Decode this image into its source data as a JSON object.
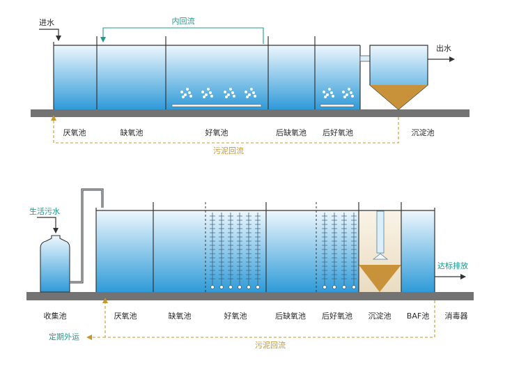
{
  "colors": {
    "water_top": "#eef7fd",
    "water_bottom": "#2f9bd8",
    "ground": "#737373",
    "wall": "#333333",
    "internal_return": "#1c9a8a",
    "sludge_return": "#c8962a",
    "sludge_fill": "#c8923a",
    "aeration": "#ffffff"
  },
  "diagram1": {
    "inflow_label": "进水",
    "outflow_label": "出水",
    "internal_return_label": "内回流",
    "sludge_return_label": "污泥回流",
    "tanks": [
      "厌氧池",
      "缺氧池",
      "好氧池",
      "后缺氧池",
      "后好氧池",
      "沉淀池"
    ]
  },
  "diagram2": {
    "sewage_label": "生活污水",
    "discharge_label": "达标排放",
    "external_transport_label": "定期外运",
    "sludge_return_label": "污泥回流",
    "tanks": [
      "收集池",
      "厌氧池",
      "缺氧池",
      "好氧池",
      "后缺氧池",
      "后好氧池",
      "沉淀池",
      "BAF池",
      "消毒器"
    ]
  }
}
